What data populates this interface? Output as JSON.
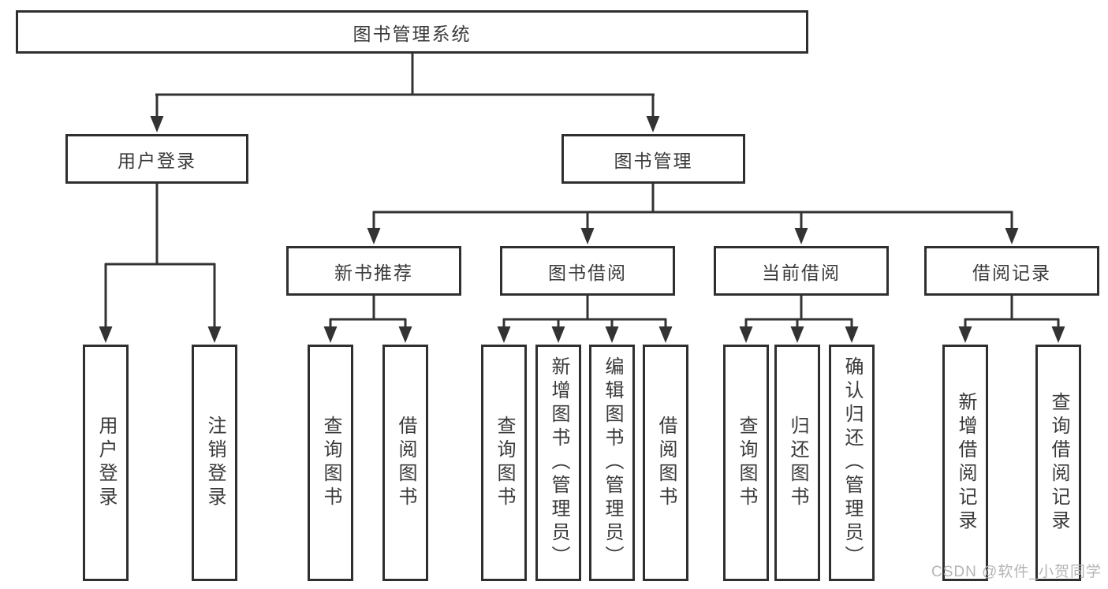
{
  "diagram": {
    "title": "图书管理系统",
    "user_login": {
      "label": "用户登录",
      "children": {
        "login": "用户登录",
        "logout": "注销登录"
      }
    },
    "book_mgmt": {
      "label": "图书管理",
      "new_book_rec": {
        "label": "新书推荐",
        "children": {
          "query": "查询图书",
          "borrow": "借阅图书"
        }
      },
      "book_borrow": {
        "label": "图书借阅",
        "children": {
          "query": "查询图书",
          "add": "新增图书（管理员）",
          "edit": "编辑图书（管理员）",
          "borrow": "借阅图书"
        }
      },
      "current_borrow": {
        "label": "当前借阅",
        "children": {
          "query": "查询图书",
          "return": "归还图书",
          "confirm": "确认归还（管理员）"
        }
      },
      "borrow_records": {
        "label": "借阅记录",
        "children": {
          "add": "新增借阅记录",
          "query": "查询借阅记录"
        }
      }
    }
  },
  "watermark": "CSDN @软件_小贺同学",
  "colors": {
    "line": "#333333",
    "box_border": "#2f2f2f",
    "text": "#3a3a3a",
    "watermark": "#b5b5b5",
    "background": "#ffffff"
  }
}
